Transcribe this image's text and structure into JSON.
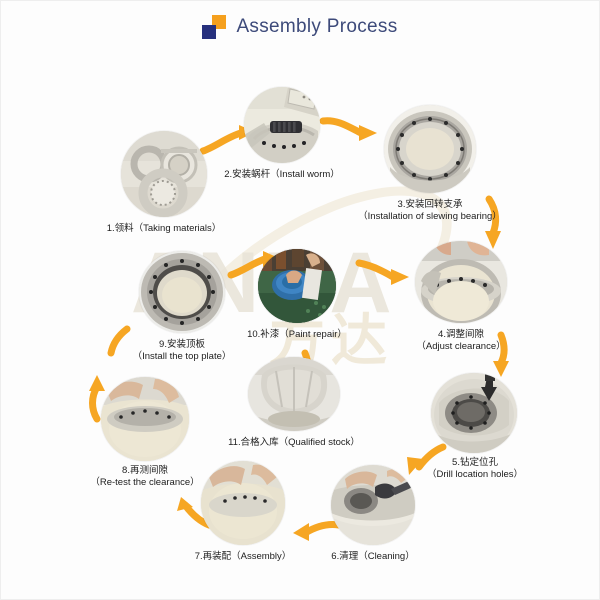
{
  "header": {
    "title": "Assembly Process",
    "icon_orange": "orange-square-icon",
    "icon_blue": "blue-square-icon",
    "accent_orange": "#f5a01e",
    "accent_blue": "#26307d",
    "title_color": "#3d4a7a"
  },
  "watermark": {
    "letters": "ANDA",
    "chinese": "方达",
    "color": "#e9e4d8"
  },
  "flow": {
    "arrow_color": "#f6a623",
    "steps": [
      {
        "id": 1,
        "name": "taking-materials",
        "label_cn": "1.领料（Taking materials）",
        "label_line1": "1.领料（Taking materials）",
        "label_line2": ""
      },
      {
        "id": 2,
        "name": "install-worm",
        "label_cn": "2.安装蜗杆（Install worm）",
        "label_line1": "2.安装蜗杆（Install worm）",
        "label_line2": ""
      },
      {
        "id": 3,
        "name": "install-slewing-bearing",
        "label_cn": "3.安装回转支承",
        "label_line1": "3.安装回转支承",
        "label_line2": "（Installation of slewing bearing）"
      },
      {
        "id": 4,
        "name": "adjust-clearance",
        "label_cn": "4.调整间隙",
        "label_line1": "4.调整间隙",
        "label_line2": "（Adjust clearance）"
      },
      {
        "id": 5,
        "name": "drill-location-holes",
        "label_cn": "5.钻定位孔",
        "label_line1": "5.钻定位孔",
        "label_line2": "（Drill location holes）"
      },
      {
        "id": 6,
        "name": "cleaning",
        "label_cn": "6.清理（Cleaning）",
        "label_line1": "6.清理（Cleaning）",
        "label_line2": ""
      },
      {
        "id": 7,
        "name": "re-assembly",
        "label_cn": "7.再装配（Assembly）",
        "label_line1": "7.再装配（Assembly）",
        "label_line2": ""
      },
      {
        "id": 8,
        "name": "re-test-clearance",
        "label_cn": "8.再测间隙",
        "label_line1": "8.再测间隙",
        "label_line2": "（Re-test the clearance）"
      },
      {
        "id": 9,
        "name": "install-top-plate",
        "label_cn": "9.安装顶板",
        "label_line1": "9.安装顶板",
        "label_line2": "（Install the top plate）"
      },
      {
        "id": 10,
        "name": "paint-repair",
        "label_cn": "10.补漆（Paint repair）",
        "label_line1": "10.补漆（Paint repair）",
        "label_line2": ""
      },
      {
        "id": 11,
        "name": "qualified-stock",
        "label_cn": "11.合格入库（Qualified stock）",
        "label_line1": "11.合格入库（Qualified stock）",
        "label_line2": ""
      }
    ]
  }
}
